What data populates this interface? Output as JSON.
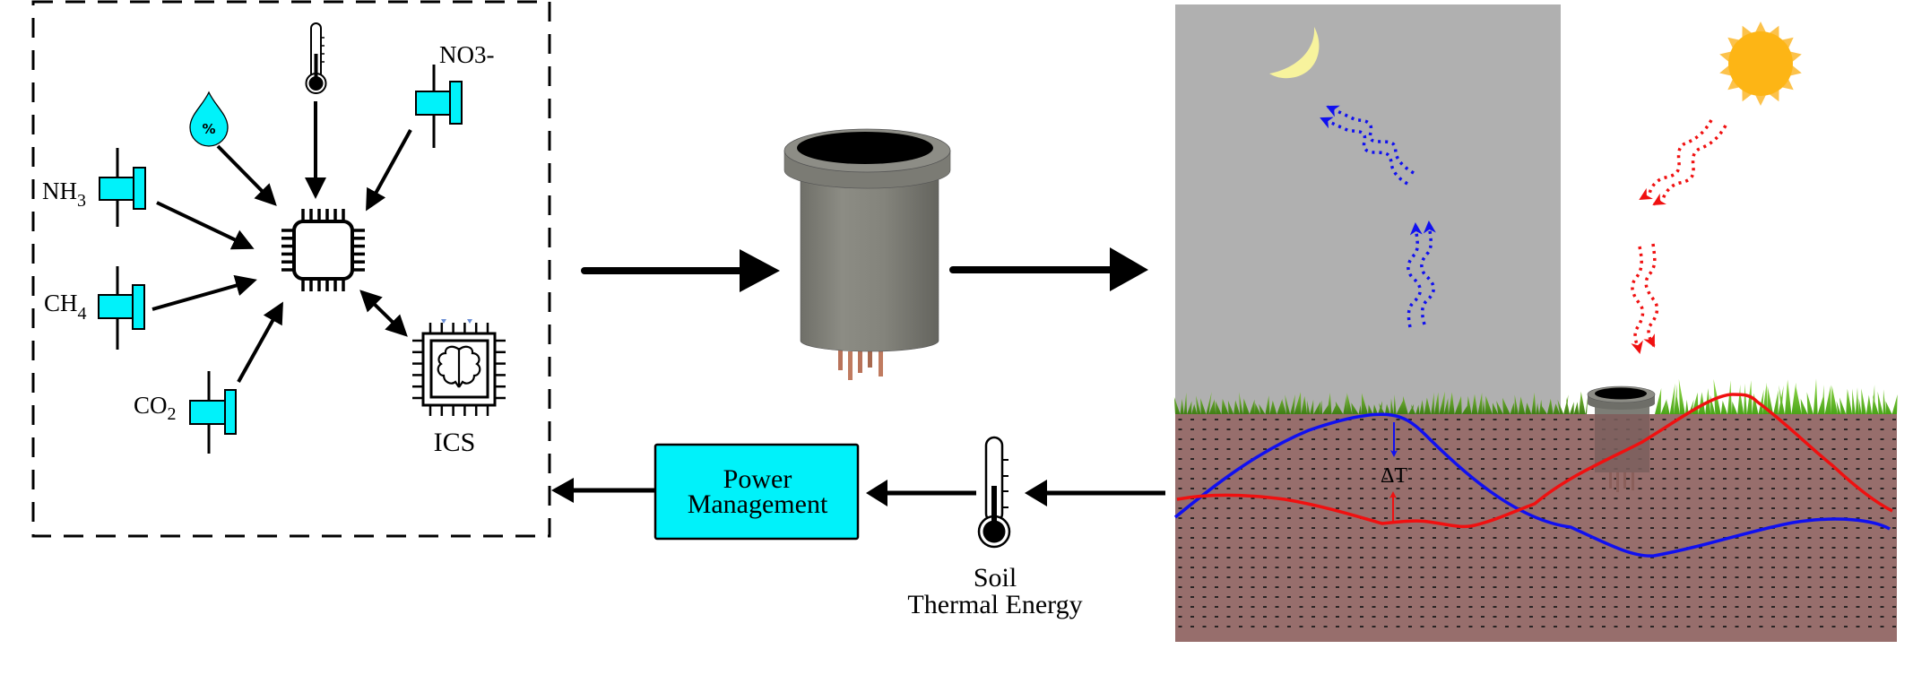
{
  "figure": {
    "sensor_array": {
      "sensors": [
        {
          "id": "nh3",
          "label": "NH",
          "sub": "3"
        },
        {
          "id": "ch4",
          "label": "CH",
          "sub": "4"
        },
        {
          "id": "co2",
          "label": "CO",
          "sub": "2"
        },
        {
          "id": "no3",
          "label": "NO3-",
          "sub": ""
        }
      ],
      "moisture_symbol": "%",
      "processor_label": "ICS"
    },
    "power_management": {
      "line1": "Power",
      "line2": "Management"
    },
    "soil_thermal": {
      "line1": "Soil",
      "line2": "Thermal Energy"
    },
    "scene": {
      "delta_label": "ΔT",
      "night": {
        "celestial": "moon-icon",
        "radiation": "outgoing"
      },
      "day": {
        "celestial": "sun-icon",
        "radiation": "incoming"
      }
    },
    "icons": {
      "thermometer": "thermometer-icon",
      "droplet": "humidity-drop-icon",
      "chip": "microcontroller-icon",
      "ai_chip": "ai-brain-chip-icon",
      "device": "teg-sensor-device-icon"
    },
    "colors": {
      "cyan": "#00F2FA",
      "night_sky": "#B0B0B0",
      "soil": "#976E6C",
      "moon": "#F7F39D",
      "sun_core": "#FDB515",
      "sun_rays": "#FCC24B",
      "cold_curve": "#1010F0",
      "warm_curve": "#F01010",
      "grass_dark": "#4E8E1E",
      "grass_light": "#6CC226"
    }
  }
}
